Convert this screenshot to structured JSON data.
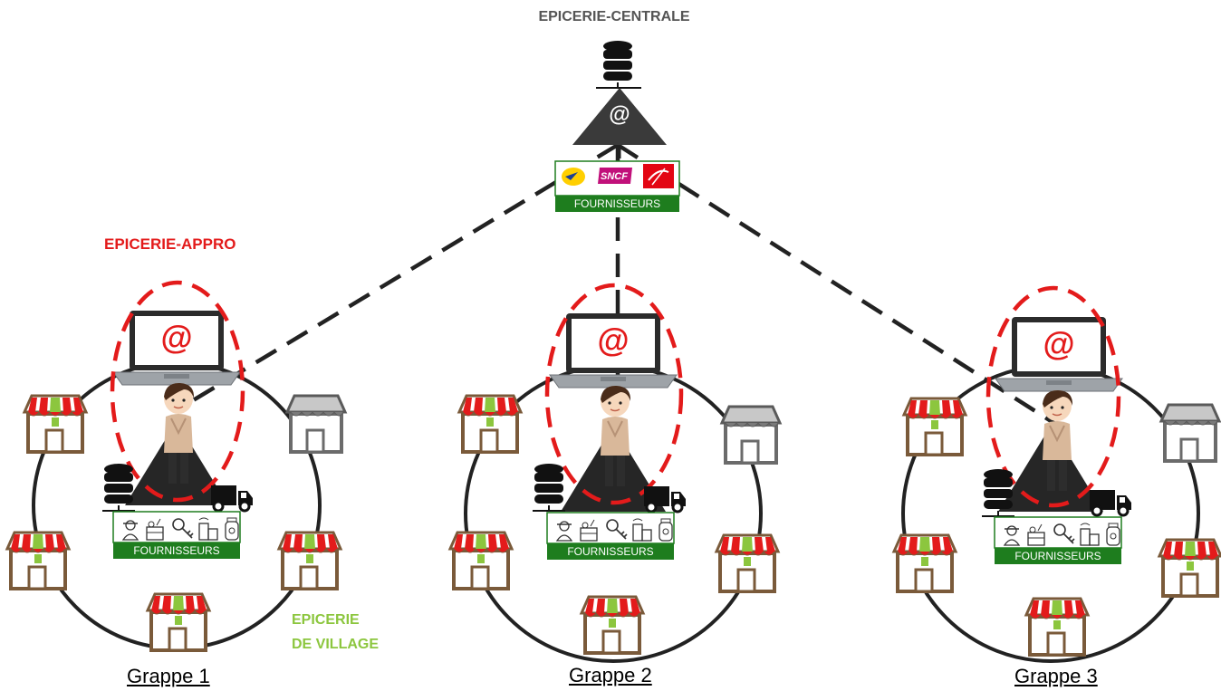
{
  "central": {
    "title": "EPICERIE-CENTRALE",
    "at_symbol": "@",
    "suppliers_label": "FOURNISSEURS",
    "supplier_logos": [
      "la-poste-logo",
      "sncf-logo",
      "caisse-epargne-logo"
    ],
    "sncf_text": "SNCF"
  },
  "appro_title": "EPICERIE-APPRO",
  "village_title_line1": "EPICERIE",
  "village_title_line2": "DE VILLAGE",
  "clusters": [
    {
      "label": "Grappe 1",
      "at_symbol": "@",
      "suppliers_label": "FOURNISSEURS"
    },
    {
      "label": "Grappe 2",
      "at_symbol": "@",
      "suppliers_label": "FOURNISSEURS"
    },
    {
      "label": "Grappe 3",
      "at_symbol": "@",
      "suppliers_label": "FOURNISSEURS"
    }
  ],
  "local_supplier_icons": [
    "farmer-icon",
    "crate-icon",
    "key-icon",
    "cans-icon",
    "jar-icon"
  ],
  "colors": {
    "appro_red": "#e31b1b",
    "village_green": "#8cc63e",
    "supplier_green": "#1e7d1e",
    "central_grey": "#555555",
    "pyramid_dark": "#3a3a3a",
    "shop_brown": "#7a5a3a",
    "awning_red": "#e31b1b",
    "awning_green": "#8cc63e"
  }
}
